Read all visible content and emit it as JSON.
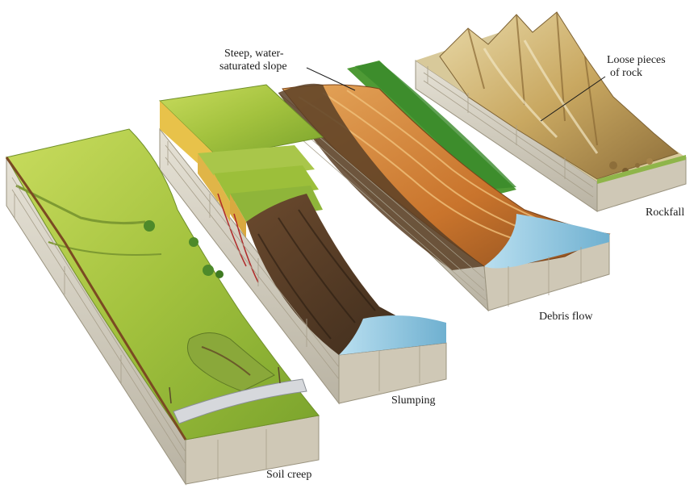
{
  "diagram": {
    "blocks": [
      {
        "id": "soil-creep",
        "label": "Soil creep"
      },
      {
        "id": "slumping",
        "label": "Slumping"
      },
      {
        "id": "debris-flow",
        "label": "Debris flow"
      },
      {
        "id": "rockfall",
        "label": "Rockfall"
      }
    ],
    "callouts": {
      "steep_slope": {
        "line1": "Steep, water-",
        "line2": "saturated slope"
      },
      "loose_rock": {
        "line1": "Loose pieces",
        "line2": "of rock"
      }
    }
  },
  "colors": {
    "grass": "#9cbf3a",
    "grass_light": "#c6d85a",
    "rock_wall": "#d9d4c6",
    "soil_dark": "#5a3f26",
    "debris": "#d58a3a",
    "water": "#8fc6dd",
    "forest": "#3f8f2f"
  }
}
